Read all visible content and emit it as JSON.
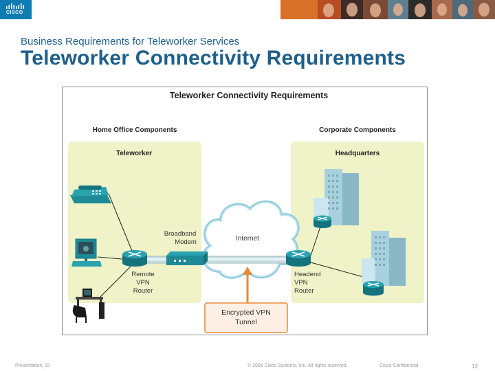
{
  "header": {
    "brand": "CISCO",
    "subtitle": "Business Requirements for Teleworker Services",
    "title": "Teleworker Connectivity Requirements"
  },
  "diagram": {
    "title": "Teleworker Connectivity Requirements",
    "home_heading": "Home Office Components",
    "corp_heading": "Corporate Components",
    "teleworker_label": "Teleworker",
    "hq_label": "Headquarters",
    "broadband_line1": "Broadband",
    "broadband_line2": "Modem",
    "remote_line1": "Remote",
    "remote_line2": "VPN",
    "remote_line3": "Router",
    "internet_label": "Internet",
    "headend_line1": "Headend",
    "headend_line2": "VPN",
    "headend_line3": "Router",
    "tunnel_line1": "Encrypted VPN",
    "tunnel_line2": "Tunnel",
    "colors": {
      "zone_fill": "#eff3c7",
      "router": "#1e8a96",
      "arrow": "#e8893a",
      "tunnel_border": "#e8893a",
      "cloud_stroke": "#8ec9dc"
    }
  },
  "footer": {
    "left": "Presentation_ID",
    "center": "© 2008 Cisco Systems, Inc. All rights reserved.",
    "conf": "Cisco Confidential",
    "page": "12"
  }
}
